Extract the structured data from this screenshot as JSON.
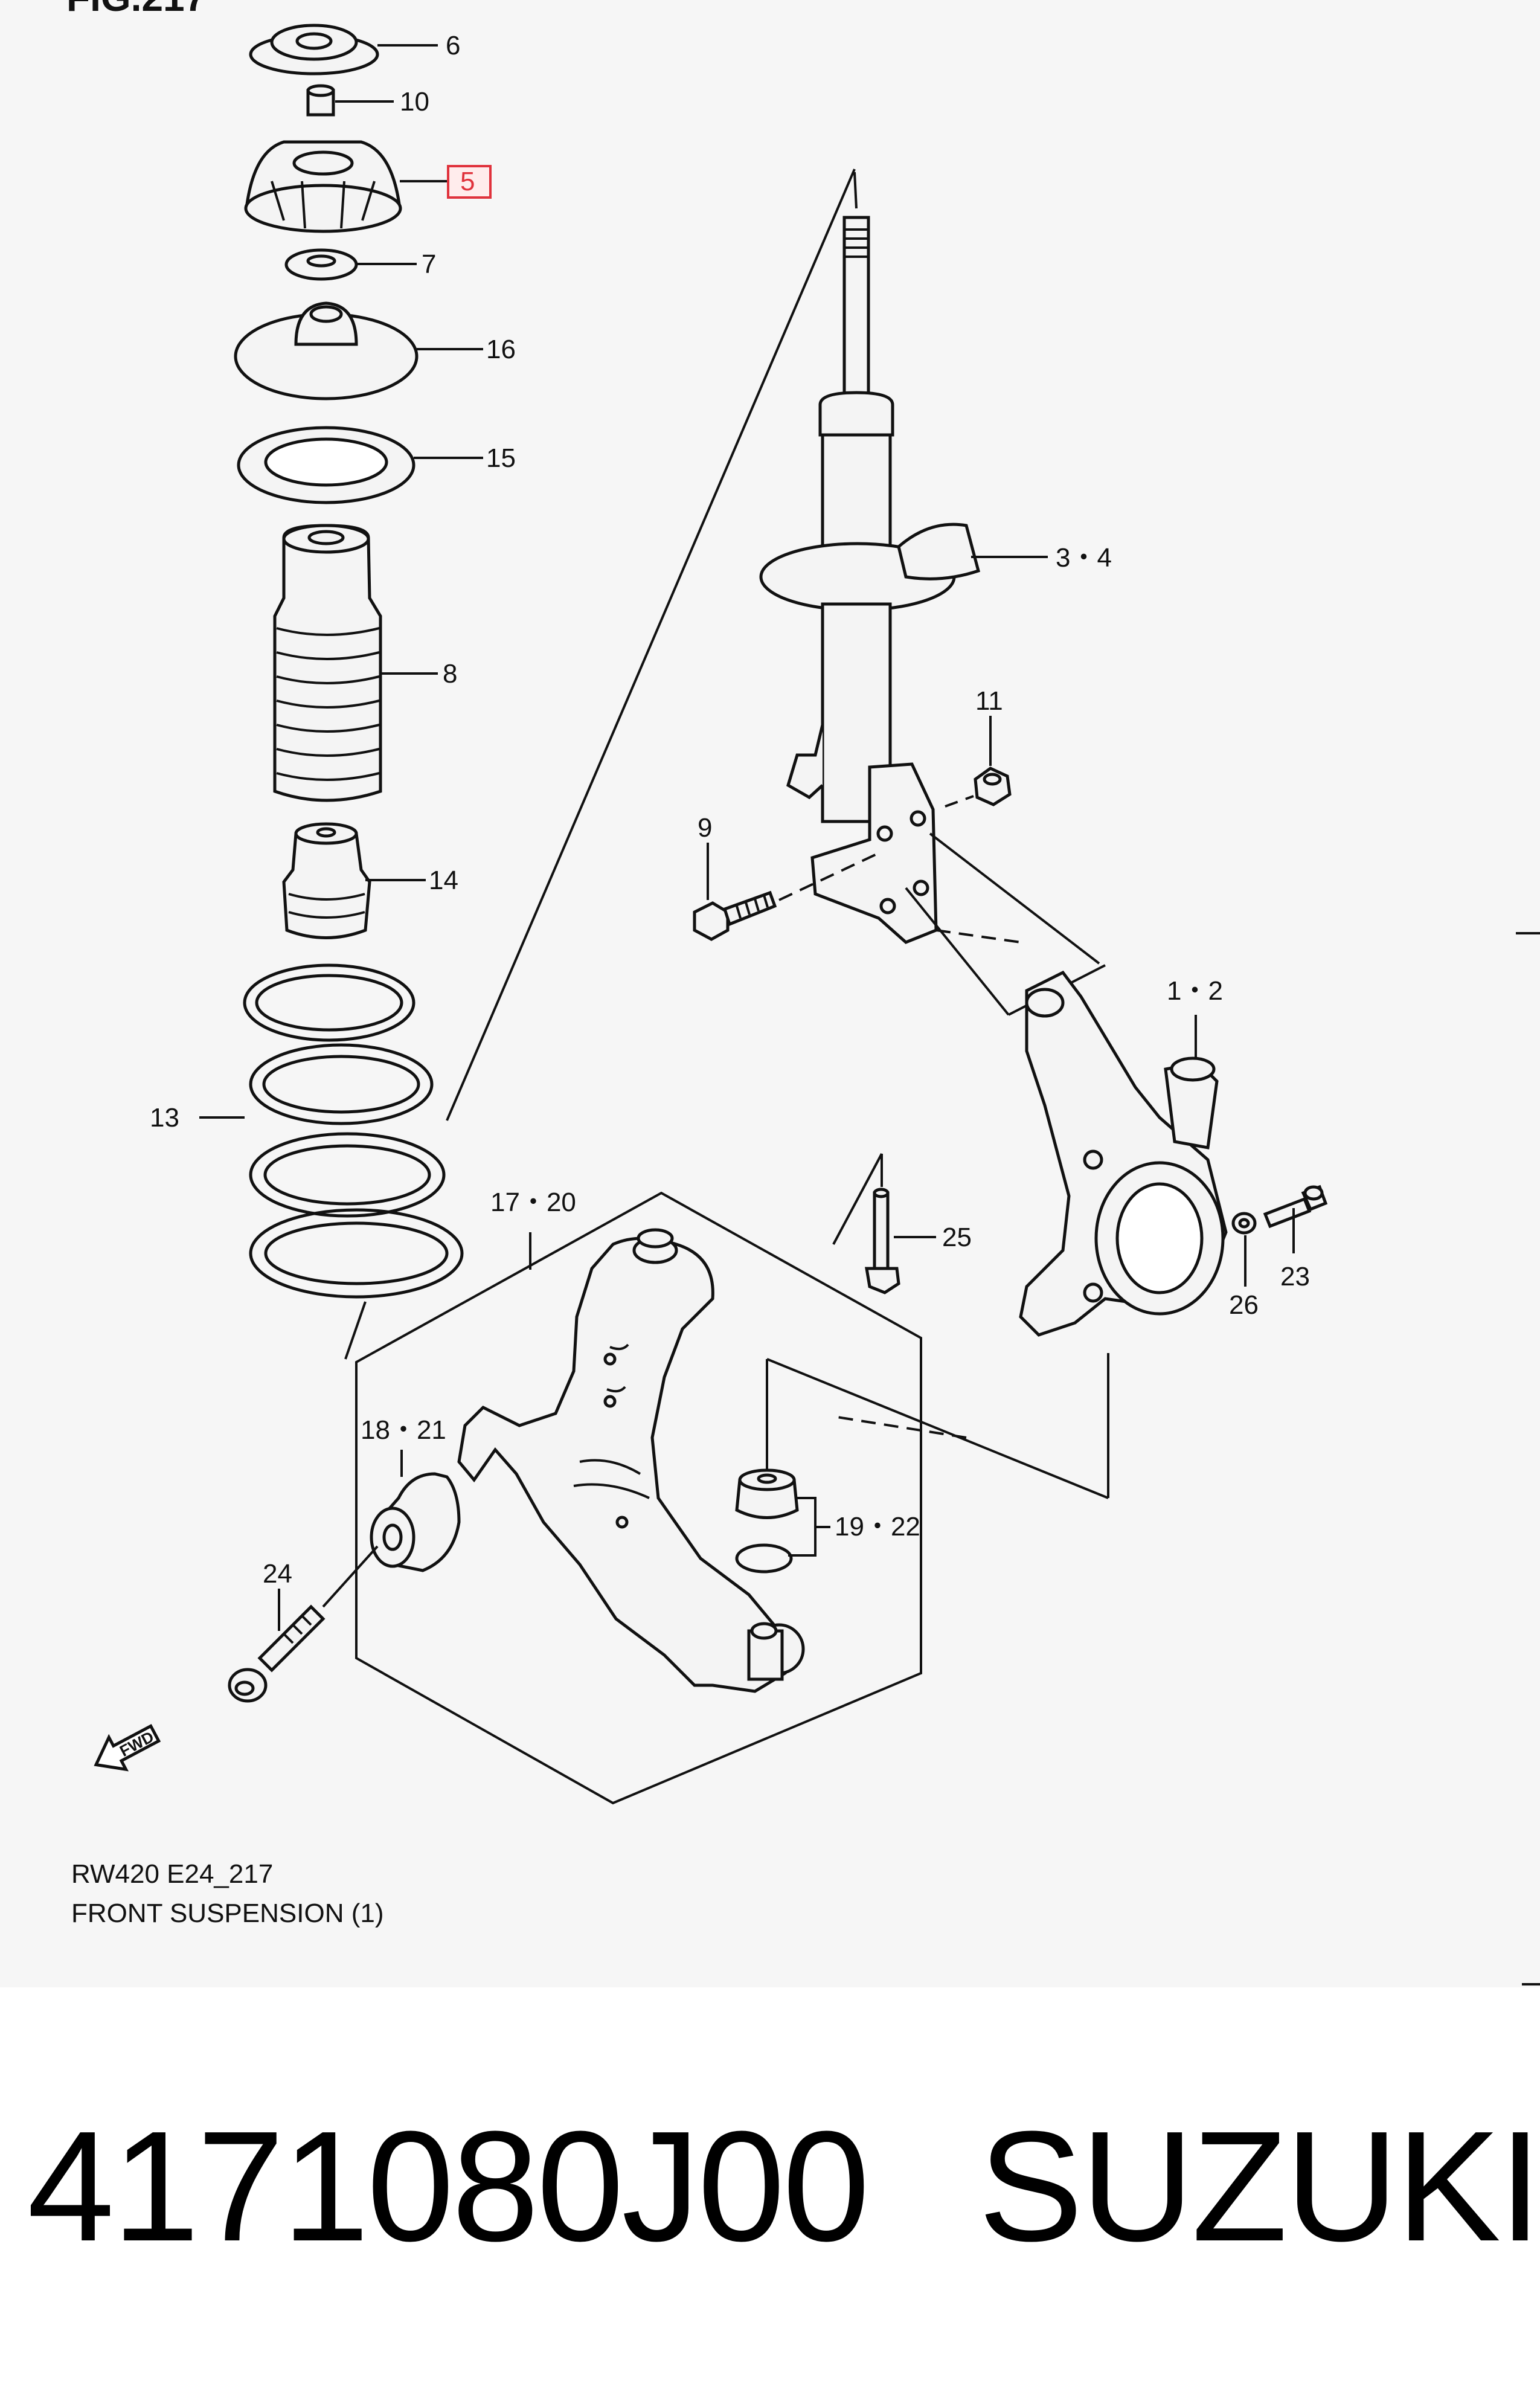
{
  "header": {
    "figure_label": "FIG.217"
  },
  "callouts": {
    "c6": "6",
    "c10": "10",
    "c5": "5",
    "c7": "7",
    "c16": "16",
    "c15": "15",
    "c8": "8",
    "c14": "14",
    "c13": "13",
    "c34": "3・4",
    "c11": "11",
    "c9": "9",
    "c12": "1・2",
    "c1720": "17・20",
    "c25": "25",
    "c26": "26",
    "c23": "23",
    "c1821": "18・21",
    "c1922": "19・22",
    "c24": "24"
  },
  "icons": {
    "fwd": "fwd-arrow-icon",
    "fwd_text": "FWD"
  },
  "highlight_color": "#e0323c",
  "caption": {
    "code": "RW420 E24_217",
    "title": "FRONT SUSPENSION (1)"
  },
  "footer": {
    "part_number": "4171080J00",
    "brand": "SUZUKI"
  }
}
